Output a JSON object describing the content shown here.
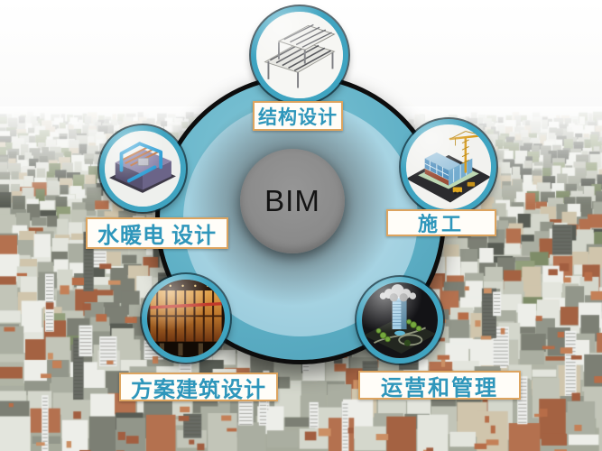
{
  "hub": {
    "label": "BIM"
  },
  "nodes": {
    "structural": {
      "label": "结构设计",
      "thumbnail": "steel-structure-model"
    },
    "mep": {
      "label": "水暖电 设计",
      "thumbnail": "mep-piping-model"
    },
    "construction": {
      "label": "施工",
      "thumbnail": "construction-site-crane-model"
    },
    "architectural": {
      "label": "方案建筑设计",
      "thumbnail": "building-interior-photo"
    },
    "operations": {
      "label": "运营和管理",
      "thumbnail": "tower-with-cloud-model"
    }
  },
  "colors": {
    "ring_teal": "#5fb0c6",
    "inner_blue": "#a6d3e2",
    "satellite_ring": "#3fa4c1",
    "hub_gray": "#8a8a8a",
    "label_border": "#dda45f",
    "label_text": "#2e96bb"
  }
}
